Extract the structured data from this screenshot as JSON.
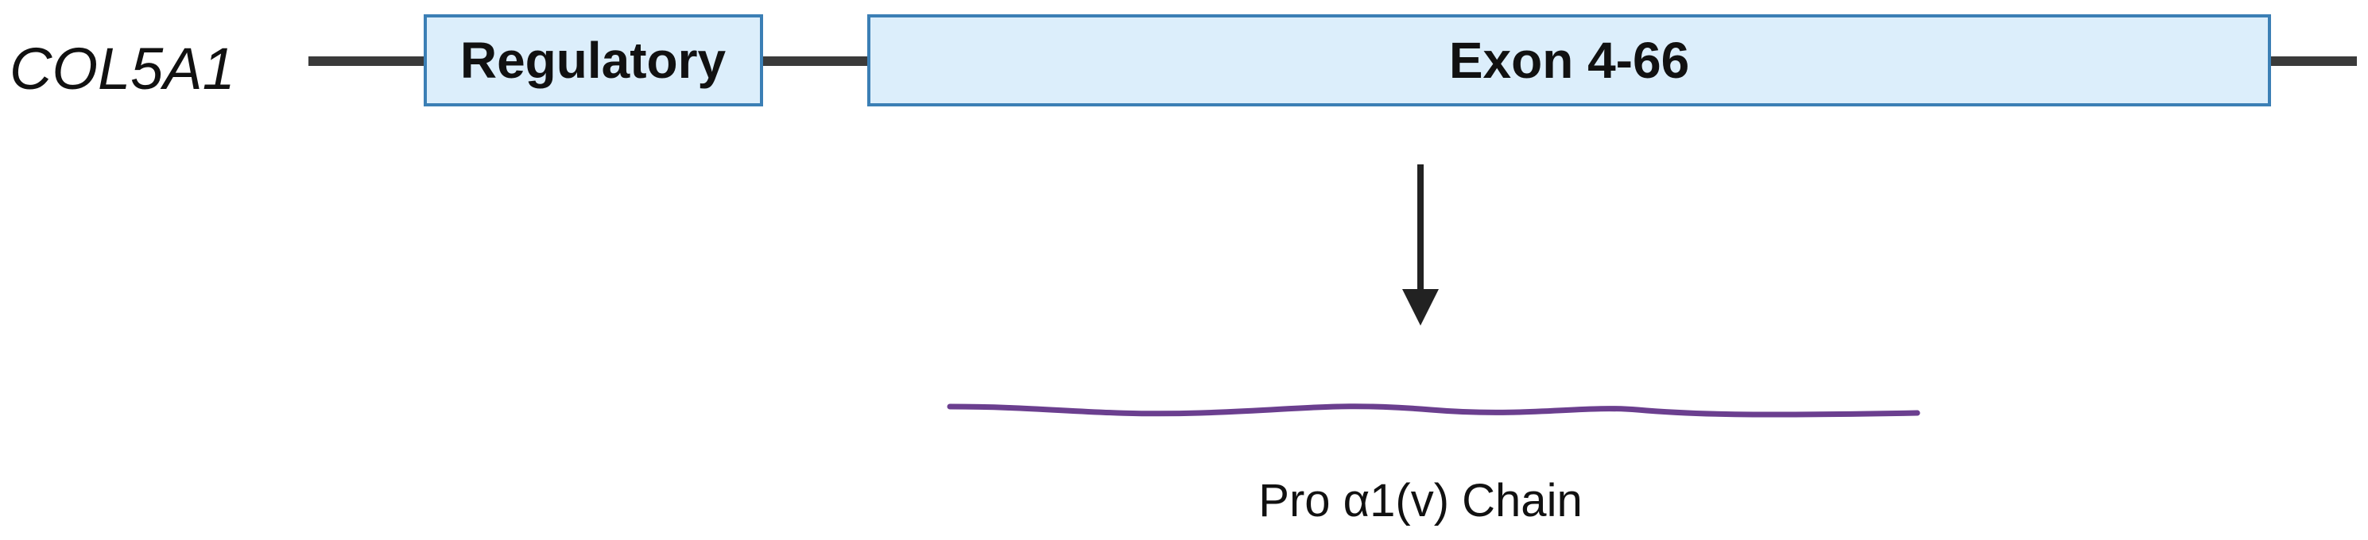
{
  "gene": {
    "name": "COL5A1"
  },
  "regions": [
    {
      "label": "Regulatory"
    },
    {
      "label": "Exon 4-66"
    }
  ],
  "product": {
    "label": "Pro α1(v) Chain"
  },
  "colors": {
    "backbone": "#3a3a3a",
    "box_fill": "#dceefb",
    "box_stroke": "#3b7fb5",
    "arrow": "#222222",
    "protein_chain": "#6b3f8f",
    "text": "#111111"
  }
}
